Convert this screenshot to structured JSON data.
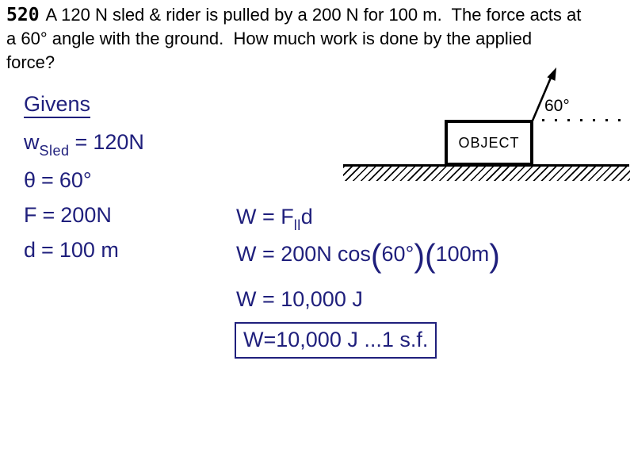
{
  "colors": {
    "ink": "#1f1f7c",
    "text": "#000000"
  },
  "problem": {
    "number": "520",
    "lines": [
      "A 120 N sled & rider is pulled by a 200 N for 100 m.  The force acts at",
      "a 60° angle with the ground.  How much work is done by the applied",
      "force?"
    ]
  },
  "givens": {
    "heading": "Givens",
    "items": [
      {
        "symbol": "w",
        "sub": "Sled",
        "eq": "=",
        "value": "120N"
      },
      {
        "symbol": "θ",
        "sub": "",
        "eq": "=",
        "value": "60°"
      },
      {
        "symbol": "F",
        "sub": "",
        "eq": "=",
        "value": "200N"
      },
      {
        "symbol": "d",
        "sub": "",
        "eq": "=",
        "value": "100 m"
      }
    ]
  },
  "solution": {
    "eq1": {
      "pre": "W = F",
      "sub": "ll",
      "post": "d"
    },
    "eq2": {
      "pre": "W = 200N",
      "fn": "cos",
      "lparen": "(",
      "rparen": ")",
      "arg1": "60°",
      "arg2": "100m"
    },
    "eq3": "W = 10,000 J",
    "final": "W=10,000 J ...1 s.f."
  },
  "diagram": {
    "object_label": "OBJECT",
    "angle_label": "60°"
  }
}
